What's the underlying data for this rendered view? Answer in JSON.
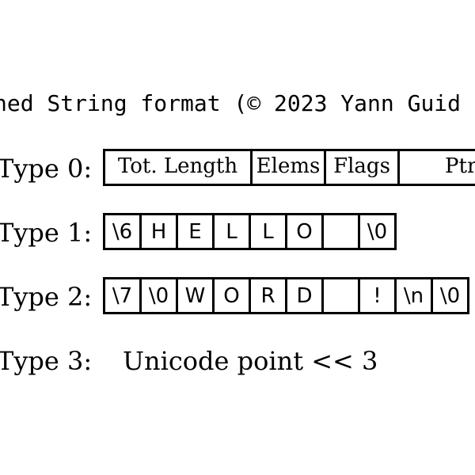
{
  "title": "ned String format (© 2023 Yann Guid",
  "types": [
    {
      "label": "Type 0:",
      "cells": [
        "Tot. Length",
        "Elems",
        "Flags",
        "Ptr"
      ]
    },
    {
      "label": "Type 1:",
      "cells": [
        "\\6",
        "H",
        "E",
        "L",
        "L",
        "O",
        "_",
        "\\0"
      ]
    },
    {
      "label": "Type 2:",
      "cells": [
        "\\7",
        "\\0",
        "W",
        "O",
        "R",
        "D",
        "_",
        "!",
        "\\n",
        "\\0"
      ]
    },
    {
      "label": "Type 3:",
      "description": "Unicode point << 3"
    }
  ]
}
